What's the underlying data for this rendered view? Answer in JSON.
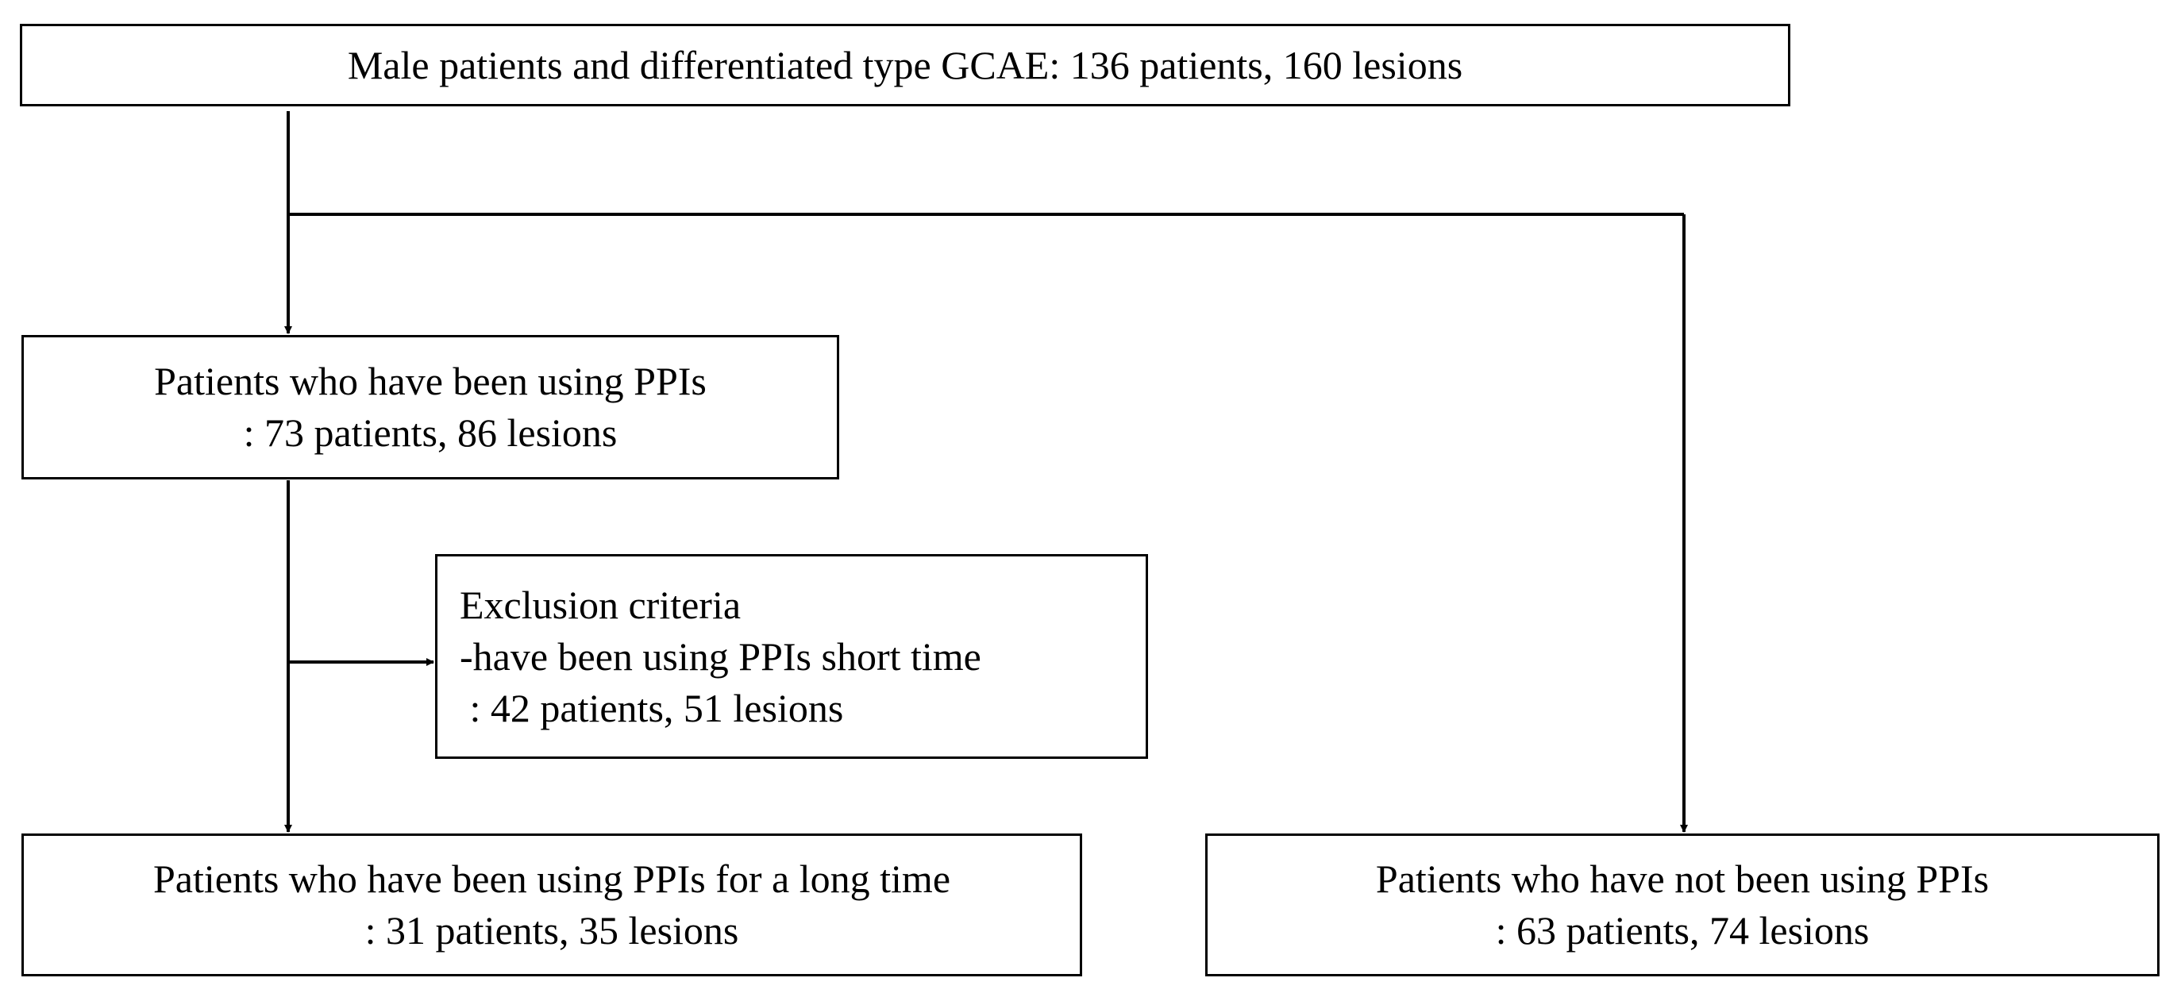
{
  "nodes": {
    "total": {
      "lines": [
        "Male patients and differentiated type GCAE: 136 patients, 160 lesions"
      ]
    },
    "ppi_users": {
      "lines": [
        "Patients who have been using PPIs",
        ": 73 patients, 86 lesions"
      ]
    },
    "exclusion": {
      "lines": [
        "Exclusion criteria",
        "-have been using PPIs short time",
        " : 42 patients, 51 lesions"
      ]
    },
    "long_term": {
      "lines": [
        "Patients who have been using PPIs for a long time",
        ": 31 patients, 35 lesions"
      ]
    },
    "non_users": {
      "lines": [
        "Patients who have not been using PPIs",
        ": 63 patients, 74 lesions"
      ]
    }
  },
  "edges": [
    {
      "from": "total",
      "to": "ppi_users"
    },
    {
      "from": "total",
      "to": "non_users"
    },
    {
      "from": "ppi_users",
      "to": "exclusion"
    },
    {
      "from": "ppi_users",
      "to": "long_term"
    }
  ],
  "colors": {
    "line": "#000000",
    "box_border": "#000000",
    "background": "#ffffff"
  }
}
